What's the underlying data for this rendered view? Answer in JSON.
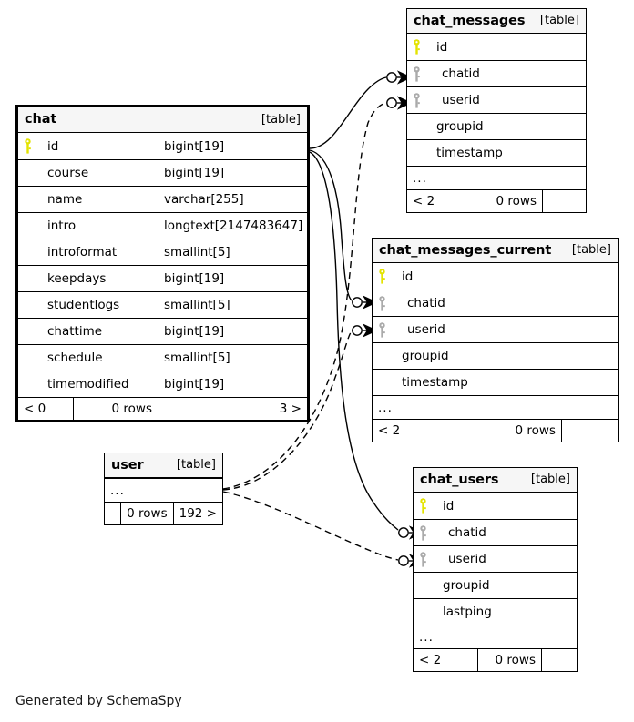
{
  "diagram": {
    "generator_note": "Generated by SchemaSpy",
    "table_type_label": "[table]",
    "ellipsis_label": "...",
    "colors": {
      "primary_key": "#e3e300",
      "foreign_key": "#aaaaaa",
      "header_bg": "#f6f6f6",
      "border": "#000000",
      "background": "#ffffff"
    }
  },
  "tables": [
    {
      "id": "chat",
      "name": "chat",
      "type_label": "[table]",
      "focal": true,
      "has_type_column": true,
      "columns": [
        {
          "name": "id",
          "type": "bigint[19]",
          "key": "primary"
        },
        {
          "name": "course",
          "type": "bigint[19]",
          "key": "none"
        },
        {
          "name": "name",
          "type": "varchar[255]",
          "key": "none"
        },
        {
          "name": "intro",
          "type": "longtext[2147483647]",
          "key": "none"
        },
        {
          "name": "introformat",
          "type": "smallint[5]",
          "key": "none"
        },
        {
          "name": "keepdays",
          "type": "bigint[19]",
          "key": "none"
        },
        {
          "name": "studentlogs",
          "type": "smallint[5]",
          "key": "none"
        },
        {
          "name": "chattime",
          "type": "bigint[19]",
          "key": "none"
        },
        {
          "name": "schedule",
          "type": "smallint[5]",
          "key": "none"
        },
        {
          "name": "timemodified",
          "type": "bigint[19]",
          "key": "none"
        }
      ],
      "show_ellipsis_row": false,
      "footer": {
        "left": "< 0",
        "middle": "0 rows",
        "right": "3 >"
      }
    },
    {
      "id": "chat_messages",
      "name": "chat_messages",
      "type_label": "[table]",
      "focal": false,
      "has_type_column": false,
      "columns": [
        {
          "name": "id",
          "type": "",
          "key": "primary"
        },
        {
          "name": "chatid",
          "type": "",
          "key": "foreign"
        },
        {
          "name": "userid",
          "type": "",
          "key": "foreign"
        },
        {
          "name": "groupid",
          "type": "",
          "key": "none"
        },
        {
          "name": "timestamp",
          "type": "",
          "key": "none"
        }
      ],
      "show_ellipsis_row": true,
      "footer": {
        "left": "< 2",
        "middle": "0 rows",
        "right": ""
      }
    },
    {
      "id": "chat_messages_current",
      "name": "chat_messages_current",
      "type_label": "[table]",
      "focal": false,
      "has_type_column": false,
      "columns": [
        {
          "name": "id",
          "type": "",
          "key": "primary"
        },
        {
          "name": "chatid",
          "type": "",
          "key": "foreign"
        },
        {
          "name": "userid",
          "type": "",
          "key": "foreign"
        },
        {
          "name": "groupid",
          "type": "",
          "key": "none"
        },
        {
          "name": "timestamp",
          "type": "",
          "key": "none"
        }
      ],
      "show_ellipsis_row": true,
      "footer": {
        "left": "< 2",
        "middle": "0 rows",
        "right": ""
      }
    },
    {
      "id": "chat_users",
      "name": "chat_users",
      "type_label": "[table]",
      "focal": false,
      "has_type_column": false,
      "columns": [
        {
          "name": "id",
          "type": "",
          "key": "primary"
        },
        {
          "name": "chatid",
          "type": "",
          "key": "foreign"
        },
        {
          "name": "userid",
          "type": "",
          "key": "foreign"
        },
        {
          "name": "groupid",
          "type": "",
          "key": "none"
        },
        {
          "name": "lastping",
          "type": "",
          "key": "none"
        }
      ],
      "show_ellipsis_row": true,
      "footer": {
        "left": "< 2",
        "middle": "0 rows",
        "right": ""
      }
    },
    {
      "id": "user",
      "name": "user",
      "type_label": "[table]",
      "focal": false,
      "has_type_column": false,
      "columns": [],
      "show_ellipsis_row": true,
      "footer": {
        "left": "",
        "middle": "0 rows",
        "right": "192 >"
      }
    }
  ],
  "relationships": [
    {
      "from": "chat.id",
      "to": "chat_messages.chatid",
      "style": "solid"
    },
    {
      "from": "chat.id",
      "to": "chat_messages_current.chatid",
      "style": "solid"
    },
    {
      "from": "chat.id",
      "to": "chat_users.chatid",
      "style": "solid"
    },
    {
      "from": "user",
      "to": "chat_messages.userid",
      "style": "dashed"
    },
    {
      "from": "user",
      "to": "chat_messages_current.userid",
      "style": "dashed"
    },
    {
      "from": "user",
      "to": "chat_users.userid",
      "style": "dashed"
    }
  ]
}
